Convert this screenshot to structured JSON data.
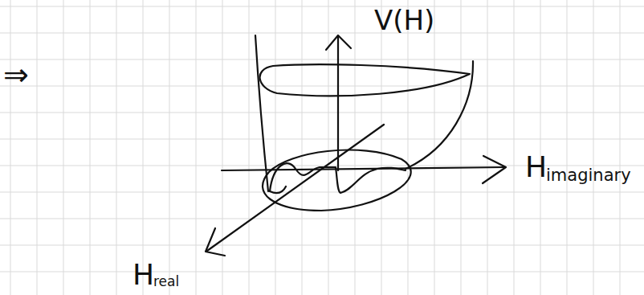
{
  "diagram": {
    "labels": [
      "⇒",
      "V(H)",
      "H",
      "imaginary",
      "H",
      "real"
    ]
  }
}
